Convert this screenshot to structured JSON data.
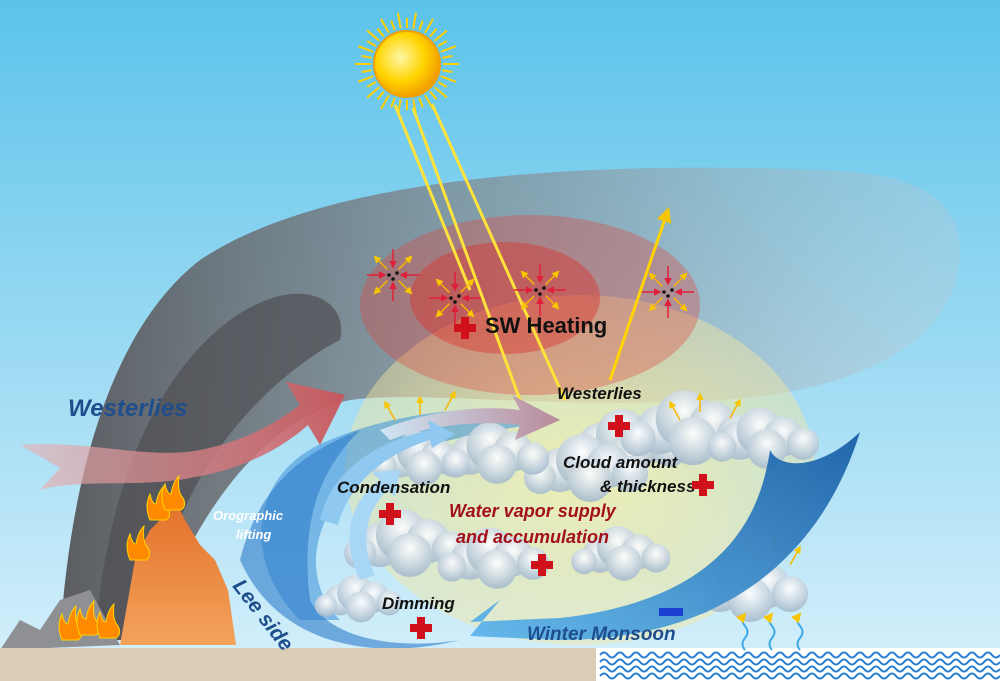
{
  "labels": {
    "sw_heating": "SW Heating",
    "westerlies_left": "Westerlies",
    "westerlies_top": "Westerlies",
    "cloud_amount_line1": "Cloud amount",
    "cloud_amount_line2": "& thickness",
    "condensation": "Condensation",
    "water_vapor_line1": "Water vapor supply",
    "water_vapor_line2": "and accumulation",
    "orographic_line1": "Orographic",
    "orographic_line2": "lifting",
    "lee_side": "Lee side",
    "dimming": "Dimming",
    "winter_monsoon": "Winter Monsoon"
  },
  "colors": {
    "sky_top": "#5cc3ea",
    "sky_bottom": "#d7f0fb",
    "label_dark_blue": "#1f4e8c",
    "label_dark_red": "#a3101a",
    "label_black": "#111111",
    "plus_red": "#d0101a",
    "minus_blue": "#1a3fd1",
    "haze_gray": "#6f6f73",
    "heating_red": "#e0443c",
    "sun_yellow": "#ffd400",
    "westerlies_arrow": "#c8555a",
    "monsoon_blue": "#2a86c7",
    "ground_sand": "#d9cdb8",
    "sea_wave": "#2a7fcf",
    "fire_orange": "#ff8a00"
  },
  "icons": [
    "sun-icon",
    "plus-icon",
    "minus-icon",
    "fire-icon",
    "mountain-icon",
    "cloud-icon",
    "wave-icon",
    "aerosol-particle-icon"
  ],
  "signs": {
    "plus": "+",
    "minus": "−"
  }
}
